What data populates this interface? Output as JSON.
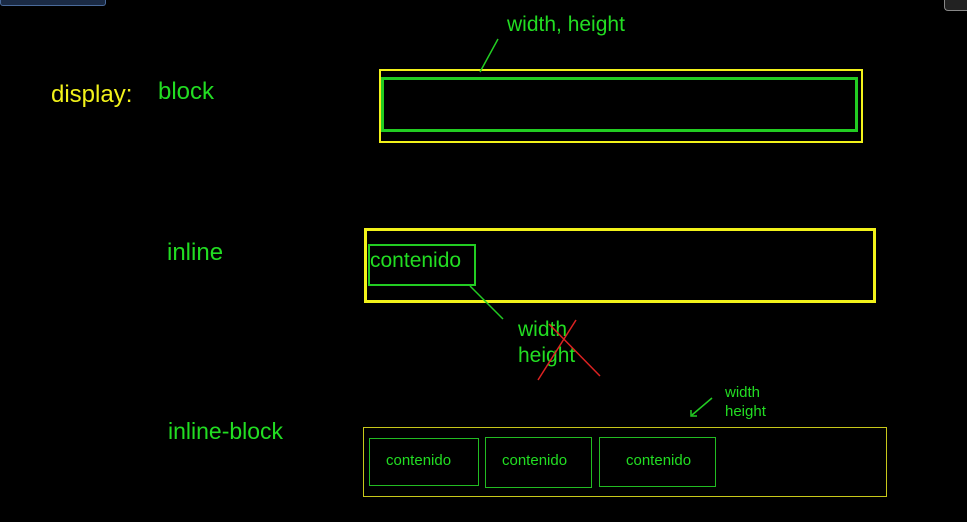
{
  "labels": {
    "display": "display:",
    "block": "block",
    "inline": "inline",
    "inline_block": "inline-block"
  },
  "annotations": {
    "block_width_height": "width, height",
    "inline_width": "width",
    "inline_height": "height",
    "inline_block_width": "width",
    "inline_block_height": "height"
  },
  "inline_demo": {
    "content": "contenido"
  },
  "inline_block_demo": {
    "items": [
      "contenido",
      "contenido",
      "contenido"
    ]
  },
  "colors": {
    "background": "#000000",
    "label_yellow": "#f2f21a",
    "label_green": "#22dd22",
    "cross_red": "#dd2222"
  }
}
